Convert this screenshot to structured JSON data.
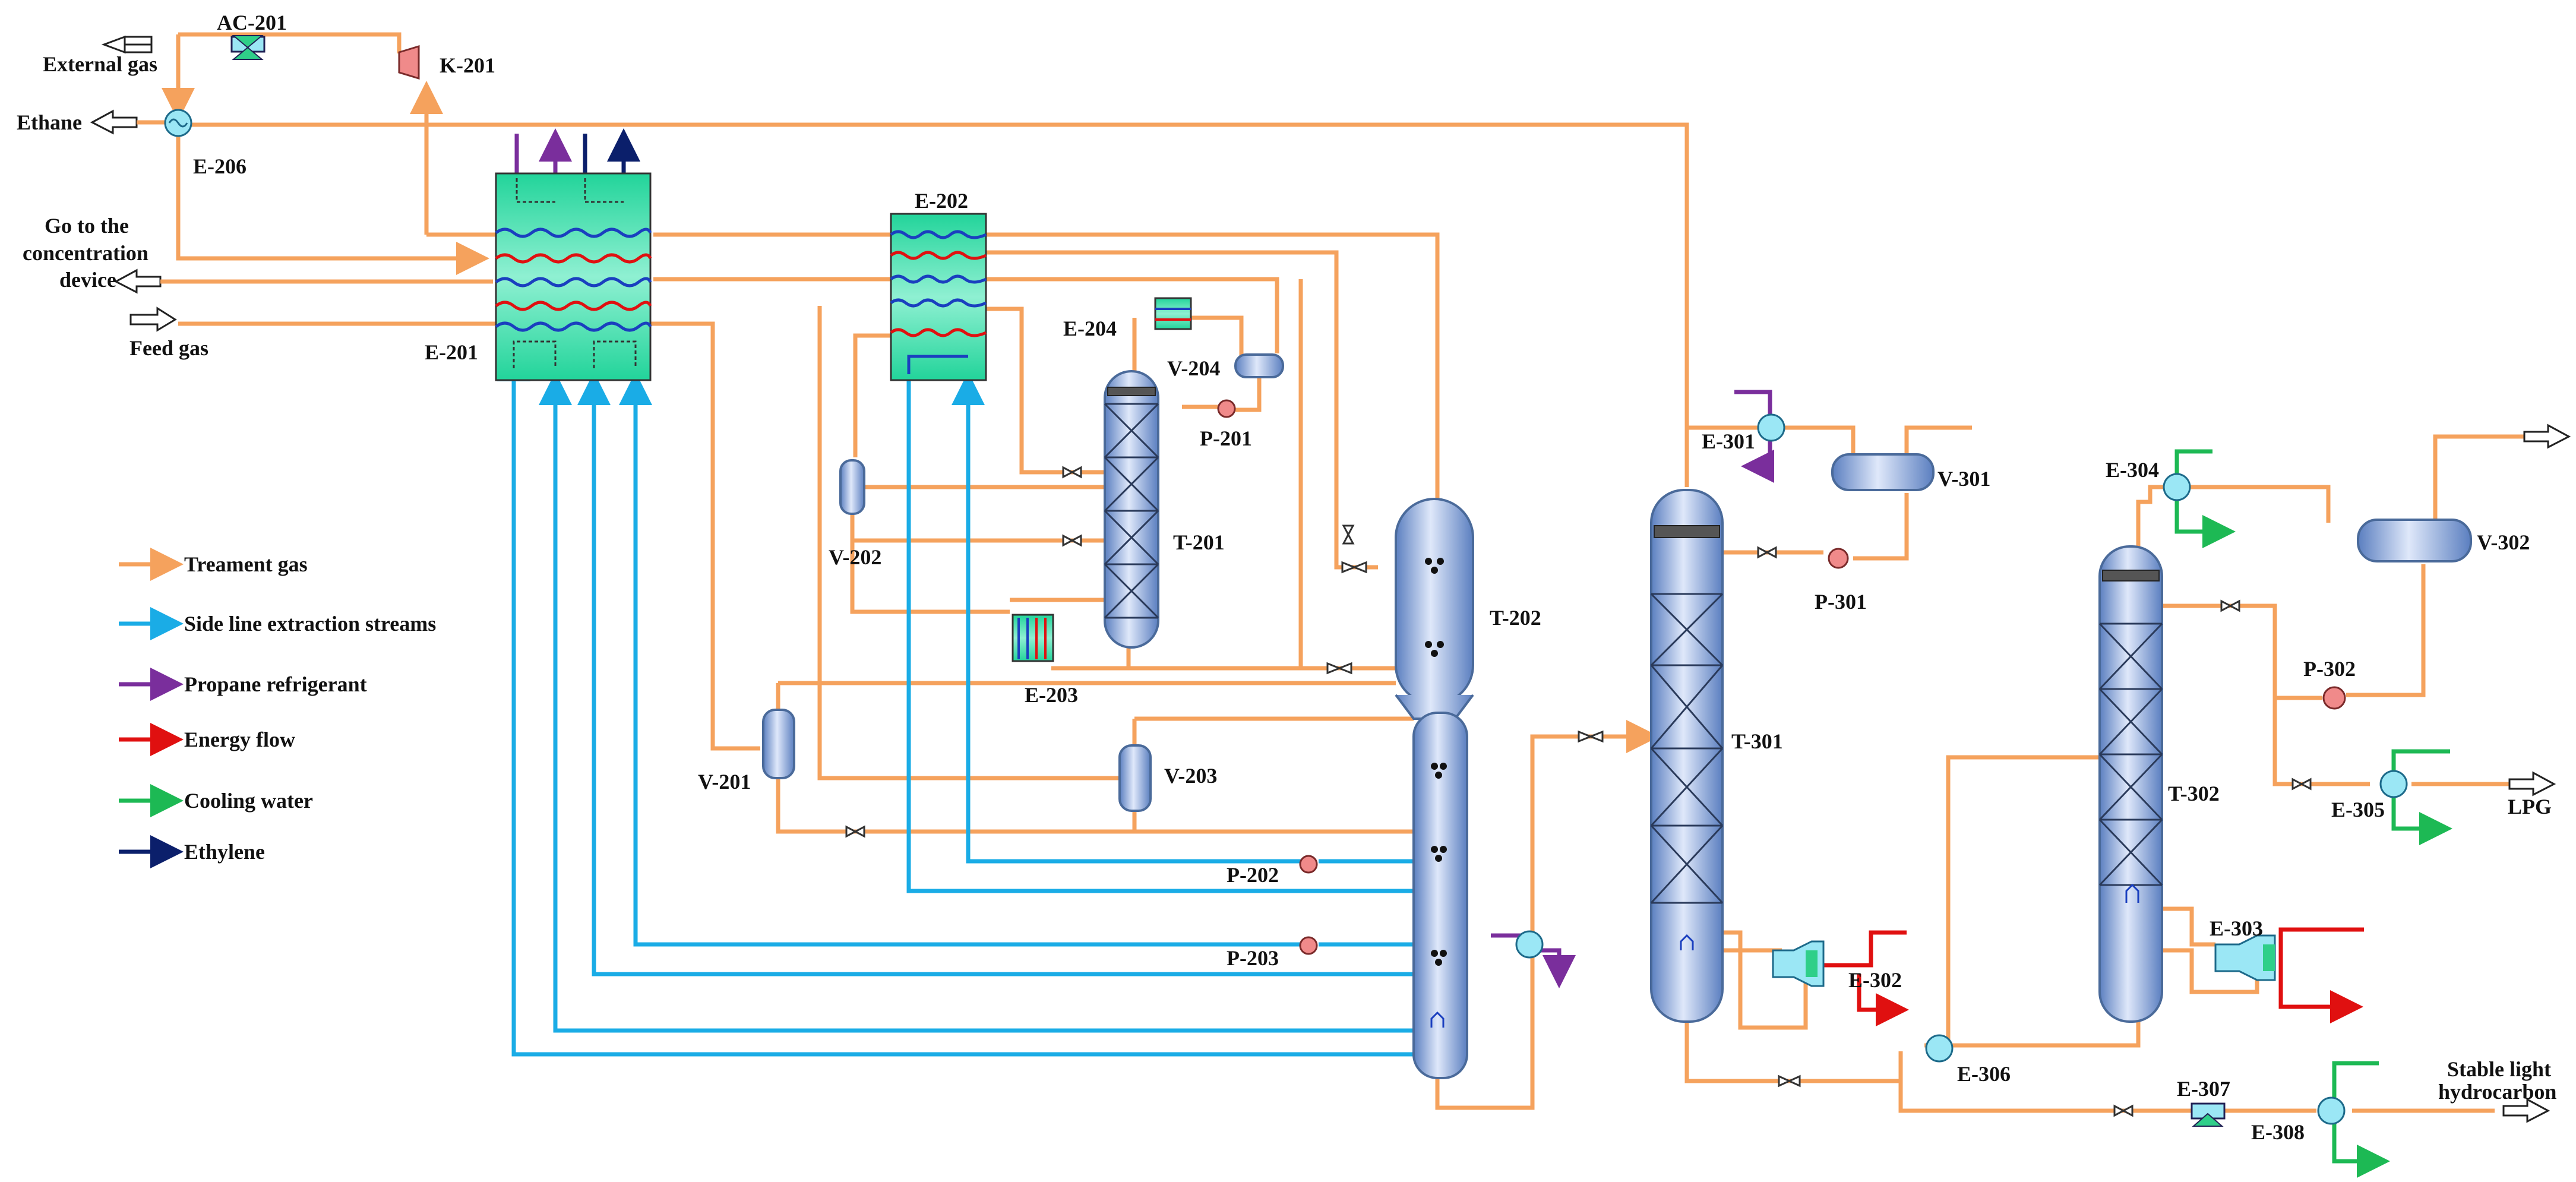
{
  "labels": {
    "ac201": "AC-201",
    "k201": "K-201",
    "external_gas": "External gas",
    "ethane": "Ethane",
    "e206": "E-206",
    "go_to_line1": "Go to the",
    "go_to_line2": "concentration",
    "go_to_line3": "device",
    "feed_gas": "Feed gas",
    "e201": "E-201",
    "e202": "E-202",
    "e204": "E-204",
    "v204": "V-204",
    "p201": "P-201",
    "t201": "T-201",
    "v202": "V-202",
    "e203": "E-203",
    "t202": "T-202",
    "v201": "V-201",
    "v203": "V-203",
    "p202": "P-202",
    "p203": "P-203",
    "e301": "E-301",
    "v301": "V-301",
    "p301": "P-301",
    "t301": "T-301",
    "e302": "E-302",
    "e306": "E-306",
    "e304": "E-304",
    "v302": "V-302",
    "p302": "P-302",
    "t302": "T-302",
    "e305": "E-305",
    "lpg": "LPG",
    "e303": "E-303",
    "e307": "E-307",
    "e308": "E-308",
    "stable_line1": "Stable light",
    "stable_line2": "hydrocarbon"
  },
  "legend": [
    {
      "label": "Treament gas",
      "color": "#f5a25d"
    },
    {
      "label": "Side line extraction streams",
      "color": "#1aace6"
    },
    {
      "label": "Propane refrigerant",
      "color": "#7a2e9c"
    },
    {
      "label": "Energy flow",
      "color": "#e01010"
    },
    {
      "label": "Cooling water",
      "color": "#1db954"
    },
    {
      "label": "Ethylene",
      "color": "#0b1f6b"
    }
  ]
}
